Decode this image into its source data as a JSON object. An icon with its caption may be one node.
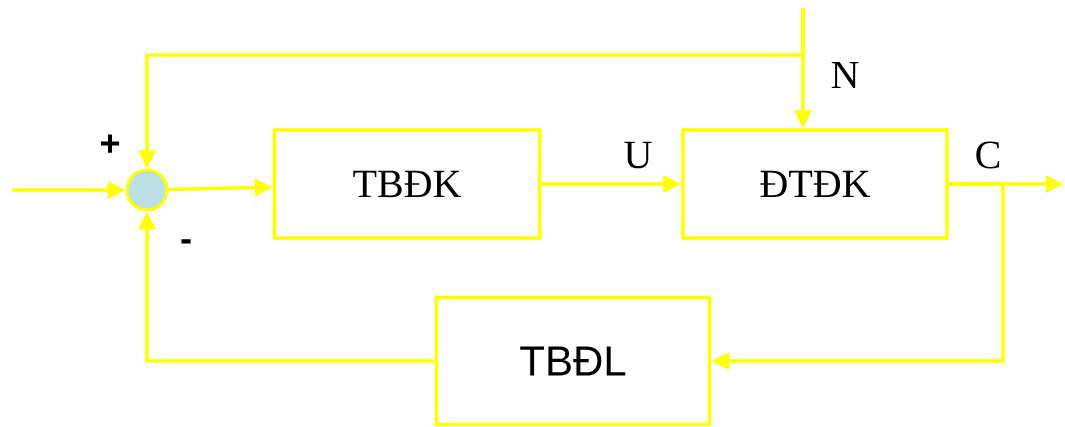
{
  "diagram": {
    "nodes": [
      {
        "text": [],
        "shape": "circle"
      },
      {
        "text": [
          "TBĐK"
        ]
      },
      {
        "text": [
          "ĐTĐK"
        ]
      },
      {
        "text": [
          "TBĐL"
        ]
      }
    ],
    "edges": [
      {
        "from": null,
        "to": 0,
        "arrow": "to"
      },
      {
        "from": 0,
        "to": 1,
        "arrow": "to"
      },
      {
        "from": 1,
        "to": 2,
        "arrow": "to",
        "label": "U"
      },
      {
        "from": 2,
        "to": null,
        "arrow": "to",
        "label": "C"
      },
      {
        "from": 2,
        "to": 3,
        "arrow": "to"
      },
      {
        "from": 3,
        "to": 0,
        "arrow": "to"
      },
      {
        "from": null,
        "to": 2,
        "arrow": "to",
        "label": "N"
      },
      {
        "from": null,
        "to": 0,
        "arrow": "to"
      }
    ],
    "labels": [
      "+",
      "-"
    ]
  }
}
